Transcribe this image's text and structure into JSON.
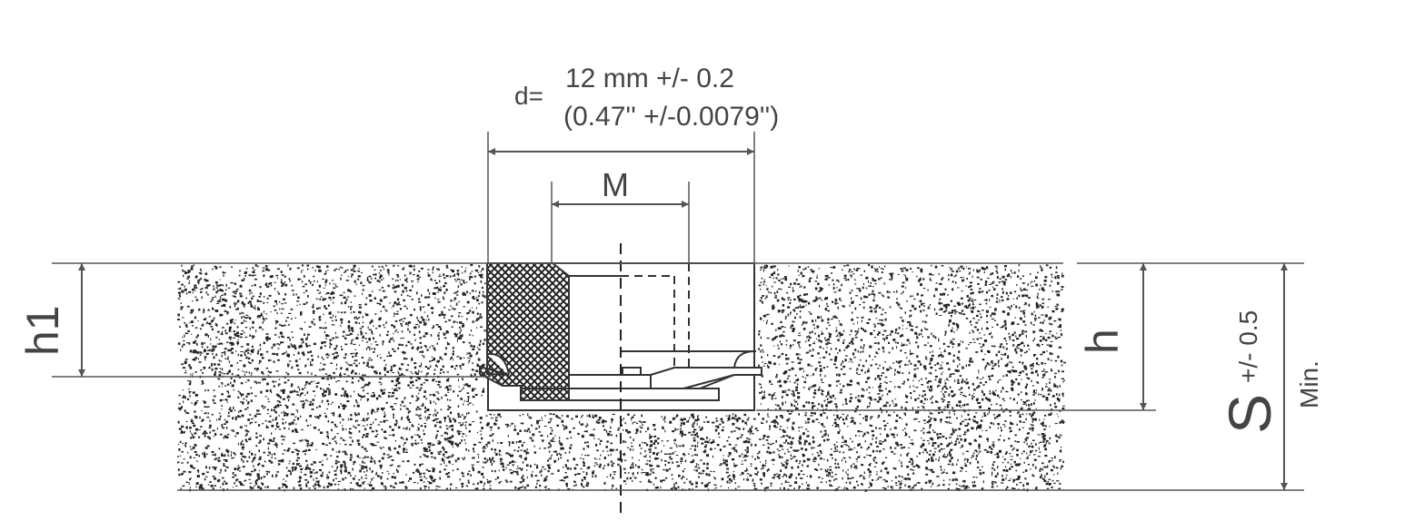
{
  "dimensions": {
    "d_prefix": "d=",
    "d_metric": "12 mm +/- 0.2",
    "d_imperial": "(0.47'' +/-0.0079'')",
    "M": "M",
    "h1": "h1",
    "h": "h",
    "S": "S",
    "S_tolerance": "+/- 0.5",
    "S_note": "Min."
  },
  "colors": {
    "line": "#444444",
    "speckle": "#222222",
    "hatch": "#222222"
  }
}
